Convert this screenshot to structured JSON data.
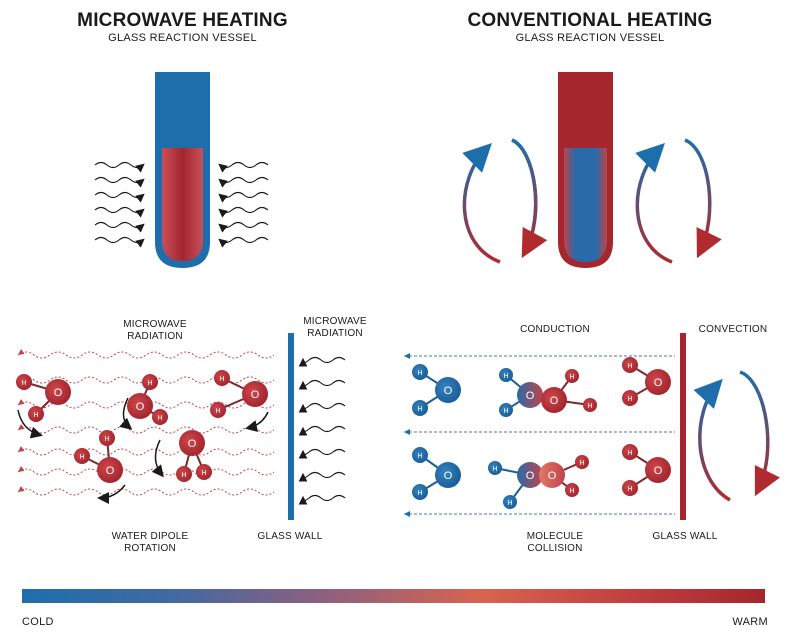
{
  "left_panel": {
    "title": "MICROWAVE HEATING",
    "subtitle": "GLASS REACTION VESSEL",
    "radiation_label_1": "MICROWAVE",
    "radiation_label_2": "RADIATION",
    "wall_radiation_label_1": "MICROWAVE",
    "wall_radiation_label_2": "RADIATION",
    "dipole_label_1": "WATER DIPOLE",
    "dipole_label_2": "ROTATION",
    "wall_label": "GLASS WALL"
  },
  "right_panel": {
    "title": "CONVENTIONAL HEATING",
    "subtitle": "GLASS REACTION VESSEL",
    "conduction_label": "CONDUCTION",
    "convection_label": "CONVECTION",
    "collision_label_1": "MOLECULE",
    "collision_label_2": "COLLISION",
    "wall_label": "GLASS WALL"
  },
  "molecule": {
    "oxygen": "O",
    "hydrogen": "H"
  },
  "scale": {
    "cold_label": "COLD",
    "warm_label": "WARM"
  },
  "colors": {
    "cold": "#1f6eac",
    "warm": "#b02a30",
    "mid": "#d8644f",
    "ink": "#1a1a1a"
  }
}
